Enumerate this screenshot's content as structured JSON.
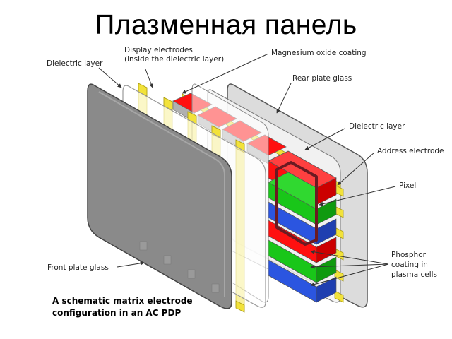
{
  "title": "Плазменная панель",
  "labels": {
    "dielectric_layer_front": "Dielectric layer",
    "display_electrodes_1": "Display electrodes",
    "display_electrodes_2": "(inside the dielectric layer)",
    "magnesium_oxide": "Magnesium oxide coating",
    "rear_plate_glass": "Rear plate glass",
    "dielectric_layer_rear": "Dielectric layer",
    "address_electrode": "Address electrode",
    "pixel": "Pixel",
    "front_plate_glass": "Front plate glass",
    "phosphor_1": "Phosphor",
    "phosphor_2": "coating in",
    "phosphor_3": "plasma cells"
  },
  "caption": {
    "line1": "A schematic matrix electrode",
    "line2": "configuration in an AC PDP"
  },
  "colors": {
    "red": "#ff1010",
    "green": "#19c619",
    "blue": "#2b55e0",
    "electrode": "#f2e23a",
    "pixel_outline": "#6b1a22",
    "front_glass": "#8a8a8a",
    "rear_glass": "#dcdcdc"
  }
}
